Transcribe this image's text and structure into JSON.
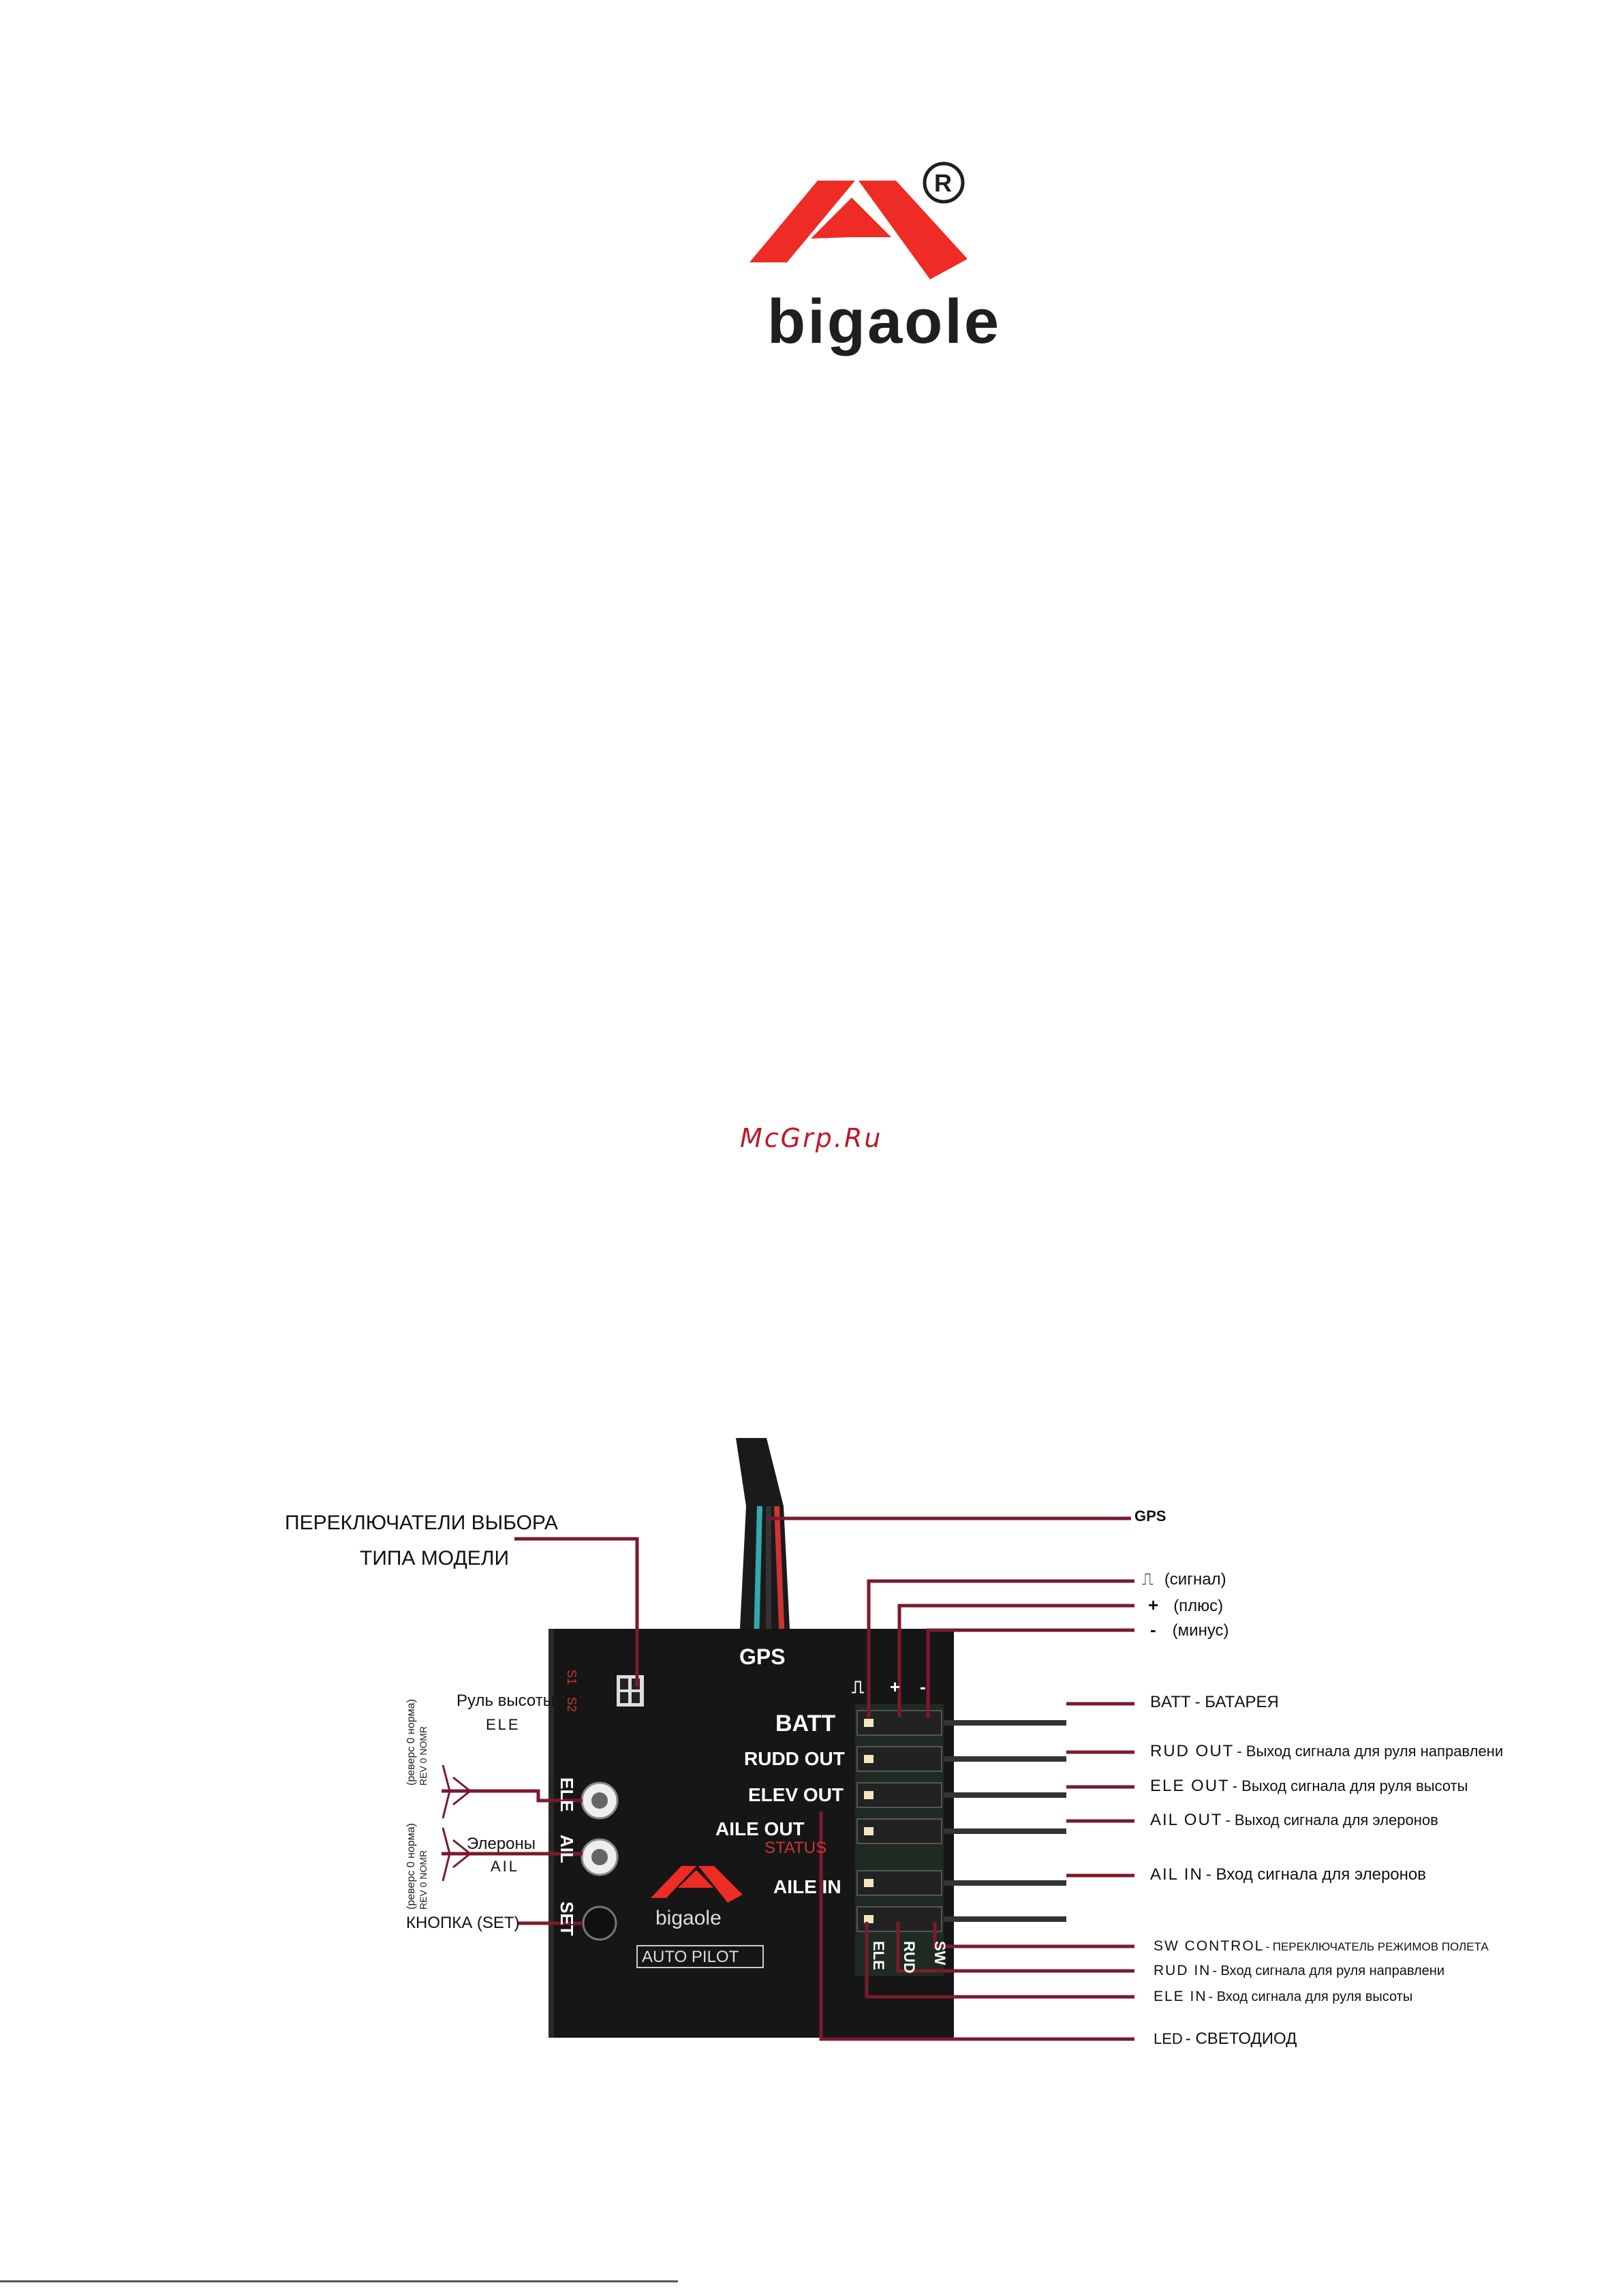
{
  "logo": {
    "brand": "bigaole",
    "registered_symbol": "®",
    "colors": {
      "red": "#ee2b24",
      "text": "#1f1f1f"
    }
  },
  "watermark": {
    "text": "McGrp.Ru",
    "color": "#c0182a"
  },
  "diagram": {
    "line_color": "#7a1a2e",
    "board": {
      "gps": "GPS",
      "signal_marker": "⎍",
      "plus_marker": "+",
      "minus_marker": "-",
      "batt": "BATT",
      "rudd_out": "RUDD OUT",
      "elev_out": "ELEV OUT",
      "aile_out": "AILE OUT",
      "status": "STATUS",
      "aile_in": "AILE IN",
      "ele_vertical": "ELE",
      "ail_vertical": "AIL",
      "set_vertical": "SET",
      "ele_pin": "ELE",
      "rud_pin": "RUD",
      "sw_pin": "SW",
      "s1": "S1",
      "s2": "S2",
      "brand": "bigaole",
      "autopilot": "AUTO PILOT"
    },
    "left_labels": {
      "switches_line1": "ПЕРЕКЛЮЧАТЕЛИ ВЫБОРА",
      "switches_line2": "ТИПА МОДЕЛИ",
      "elevator_title": "Руль высоты",
      "elevator_code": "ELE",
      "elevator_side": "(реверс 0 норма)",
      "elevator_side2": "REV 0 NOMR",
      "aileron_title": "Элероны",
      "aileron_code": "AIL",
      "aileron_side": "(реверс 0 норма)",
      "aileron_side2": "REV 0 NOMR",
      "button": "КНОПКА (SET)"
    },
    "right_labels": {
      "gps": "GPS",
      "signal": "(сигнал)",
      "plus": "(плюс)",
      "minus": "(минус)",
      "plus_sym": "+",
      "minus_sym": "-",
      "batt_code": "BATT",
      "batt_desc": "- БАТАРЕЯ",
      "rud_out_code": "RUD OUT",
      "rud_out_desc": "- Выход сигнала для руля направлени",
      "ele_out_code": "ELE OUT",
      "ele_out_desc": "- Выход сигнала для руля высоты",
      "ail_out_code": "AIL OUT",
      "ail_out_desc": "- Выход сигнала для элеронов",
      "ail_in_code": "AIL IN",
      "ail_in_desc": "- Вход сигнала для элеронов",
      "sw_code": "SW CONTROL",
      "sw_desc": "- ПЕРЕКЛЮЧАТЕЛЬ РЕЖИМОВ ПОЛЕТА",
      "rud_in_code": "RUD IN",
      "rud_in_desc": "- Вход сигнала для руля направлени",
      "ele_in_code": "ELE IN",
      "ele_in_desc": "- Вход сигнала для руля высоты",
      "led_code": "LED",
      "led_desc": "- СВЕТОДИОД"
    }
  }
}
